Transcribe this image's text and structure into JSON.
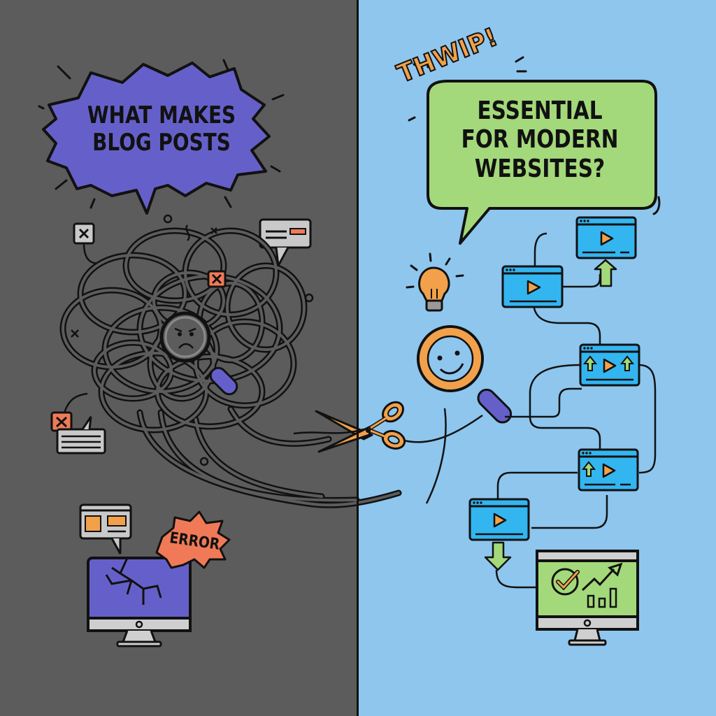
{
  "left_panel": {
    "background_color": "#5c5c5c",
    "title_bubble": {
      "lines": [
        "WHAT MAKES",
        "BLOG POSTS"
      ],
      "fill_color": "#6560c9"
    },
    "error_badge": {
      "label": "ERROR",
      "fill_color": "#f07a57"
    },
    "icons": [
      "close-box-icon",
      "tangled-wires-icon",
      "angry-magnifier-icon",
      "chat-window-icon",
      "broken-monitor-icon",
      "browser-window-icon",
      "error-message-icon"
    ]
  },
  "right_panel": {
    "background_color": "#8ec6ee",
    "sound_effect": "THWIP!",
    "title_bubble": {
      "lines": [
        "ESSENTIAL",
        "FOR MODERN",
        "WEBSITES?"
      ],
      "fill_color": "#a3d97a"
    },
    "icons": [
      "lightbulb-icon",
      "smiley-magnifier-icon",
      "scissors-icon",
      "video-player-icon",
      "up-arrow-icon",
      "down-arrow-icon",
      "success-monitor-icon",
      "growth-chart-icon"
    ]
  },
  "accent_colors": {
    "orange": "#f2a14a",
    "purple": "#6560c9",
    "blue_window": "#33b5f0",
    "green": "#a3d97a",
    "red_orange": "#f07a57"
  }
}
